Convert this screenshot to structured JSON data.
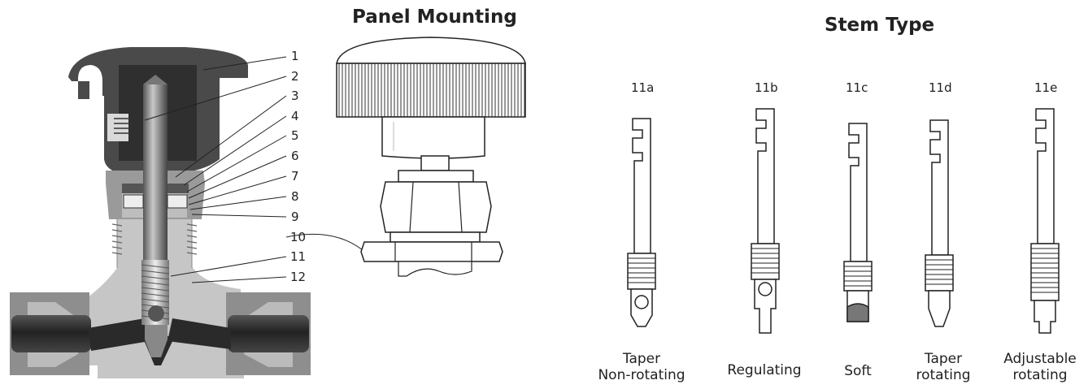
{
  "titles": {
    "panel_mounting": "Panel Mounting",
    "stem_type": "Stem Type"
  },
  "callouts": [
    "1",
    "2",
    "3",
    "4",
    "5",
    "6",
    "7",
    "8",
    "9",
    "10",
    "11",
    "12"
  ],
  "stems": [
    {
      "code": "11a",
      "caption_lines": [
        "Taper",
        "Non-rotating"
      ]
    },
    {
      "code": "11b",
      "caption_lines": [
        "Regulating"
      ]
    },
    {
      "code": "11c",
      "caption_lines": [
        "Soft"
      ]
    },
    {
      "code": "11d",
      "caption_lines": [
        "Taper",
        "rotating"
      ]
    },
    {
      "code": "11e",
      "caption_lines": [
        "Adjustable",
        "rotating"
      ]
    }
  ]
}
